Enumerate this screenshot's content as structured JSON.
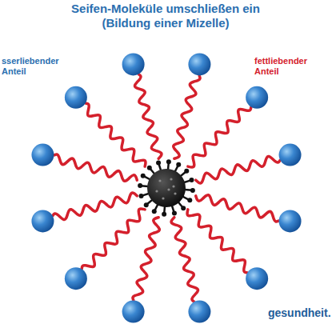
{
  "diagram": {
    "title": "Seifen-Moleküle umschließen ein (Bildung einer Mizelle)",
    "labels": [
      "sserliebender Anteil",
      "fettliebender Anteil",
      "gesundheit."
    ]
  }
}
